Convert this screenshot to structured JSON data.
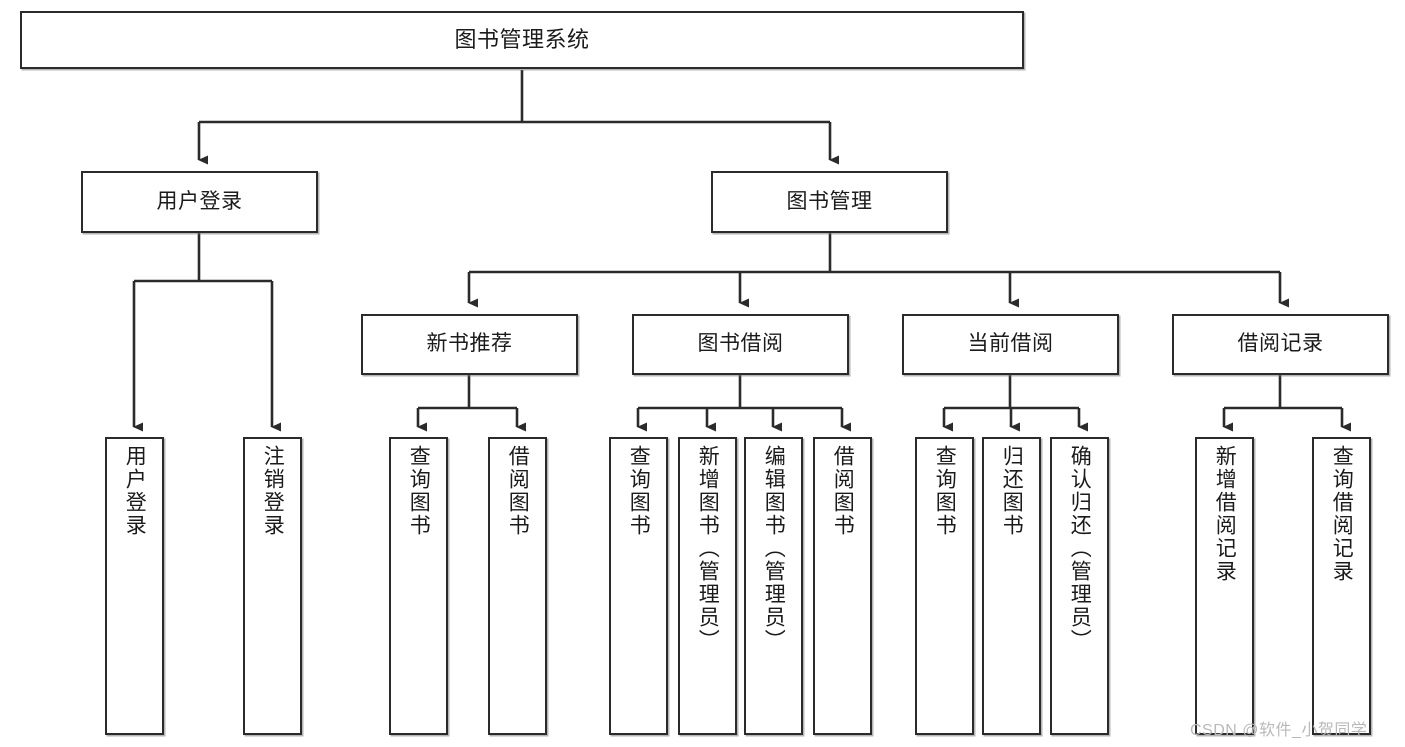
{
  "diagram": {
    "title": "图书管理系统",
    "type": "tree-hierarchy-chart",
    "colors": {
      "box_border": "#2b2b2b",
      "box_fill": "#ffffff",
      "edge": "#2b2b2b",
      "text": "#1b1b1b",
      "watermark": "#b9b9b9",
      "background": "#ffffff"
    }
  },
  "root": {
    "label": "图书管理系统"
  },
  "level2": [
    {
      "label": "用户登录"
    },
    {
      "label": "图书管理"
    }
  ],
  "level3": [
    {
      "label": "新书推荐"
    },
    {
      "label": "图书借阅"
    },
    {
      "label": "当前借阅"
    },
    {
      "label": "借阅记录"
    }
  ],
  "leaves": {
    "user_login": [
      {
        "label": "用户登录"
      },
      {
        "label": "注销登录"
      }
    ],
    "new_book_recommend": [
      {
        "label": "查询图书"
      },
      {
        "label": "借阅图书"
      }
    ],
    "book_borrow": [
      {
        "label": "查询图书"
      },
      {
        "label": "新增图书（管理员）"
      },
      {
        "label": "编辑图书（管理员）"
      },
      {
        "label": "借阅图书"
      }
    ],
    "current_borrow": [
      {
        "label": "查询图书"
      },
      {
        "label": "归还图书"
      },
      {
        "label": "确认归还（管理员）"
      }
    ],
    "borrow_record": [
      {
        "label": "新增借阅记录"
      },
      {
        "label": "查询借阅记录"
      }
    ]
  },
  "watermark": {
    "text": "CSDN @软件_小贺同学"
  }
}
